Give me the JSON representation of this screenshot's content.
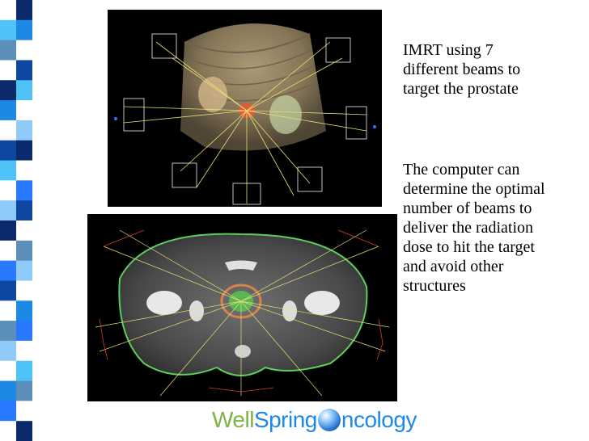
{
  "slide": {
    "text_block_1": [
      "IMRT using 7",
      "different beams to",
      "target the prostate"
    ],
    "text_block_2": [
      "The computer can",
      "determine the optimal",
      "number of beams to",
      "deliver the radiation",
      "dose to hit the target",
      "and avoid other",
      "structures"
    ]
  },
  "logo": {
    "part1": "Well",
    "part2": "Spring",
    "part3": "ncology",
    "colors": {
      "well": "#7cb342",
      "spring": "#1e88e5",
      "badge": "#1565c0"
    }
  },
  "strip_colors": [
    "#ffffff",
    "#0d47a1",
    "#1e88e5",
    "#90caf9",
    "#4fc3f7",
    "#2979ff",
    "#0a2a6b",
    "#5b8fb9"
  ],
  "images": {
    "top": {
      "kind": "3d-beam-render"
    },
    "bottom": {
      "kind": "ct-axial-slice"
    }
  }
}
